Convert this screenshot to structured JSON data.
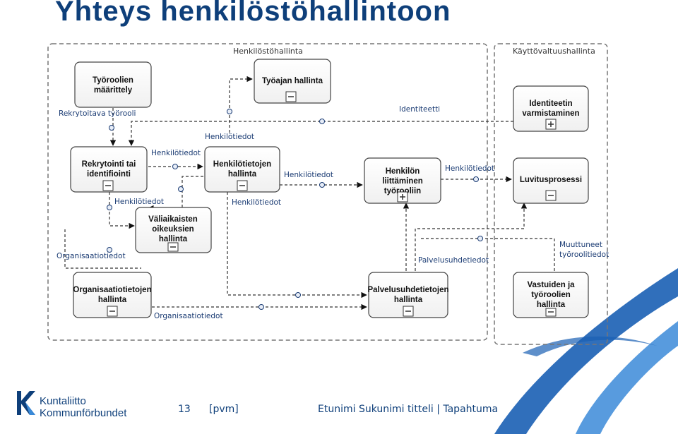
{
  "page": {
    "title": "Yhteys henkilöstöhallintoon",
    "slide_number": "13",
    "date_placeholder": "[pvm]",
    "author_line": "Etunimi Sukunimi titteli | Tapahtuma"
  },
  "logo": {
    "line1": "Kuntaliitto",
    "line2": "Kommunförbundet"
  },
  "pools": {
    "hr": "Henkilöstöhallinta",
    "access": "Käyttövaltuushallinta"
  },
  "boxes": {
    "tyoroolien": [
      "Työroolien",
      "määrittely"
    ],
    "tyoajan": [
      "Työajan hallinta"
    ],
    "rekrytointi": [
      "Rekrytointi tai",
      "identifiointi"
    ],
    "henkilotiedot": [
      "Henkilötietojen",
      "hallinta"
    ],
    "valiaikaisten": [
      "Väliaikaisten",
      "oikeuksien",
      "hallinta"
    ],
    "organisaatio": [
      "Organisaatiotietojen",
      "hallinta"
    ],
    "liittaminen": [
      "Henkilön",
      "liittäminen",
      "työrooliin"
    ],
    "palvelus": [
      "Palvelusuhdetietojen",
      "hallinta"
    ],
    "identiteetin": [
      "Identiteetin",
      "varmistaminen"
    ],
    "luvitus": [
      "Luvitusprosessi"
    ],
    "vastuiden": [
      "Vastuiden ja",
      "työroolien",
      "hallinta"
    ]
  },
  "flow_labels": {
    "rekrytoitava": "Rekrytoitava työrooli",
    "identiteetti": "Identiteetti",
    "henk_top": "Henkilötiedot",
    "henk_rek": "Henkilötiedot",
    "henk_mid": "Henkilötiedot",
    "henk_right": "Henkilötiedot",
    "henk_val": "Henkilötiedot",
    "henk_bottom": "Henkilötiedot",
    "org_left": "Organisaatiotiedot",
    "org_bottom": "Organisaatiotiedot",
    "palvelus": "Palvelusuhdetiedot",
    "muuttuneet": [
      "Muuttuneet",
      "työroolitiedot"
    ]
  },
  "colors": {
    "title": "#0e3f7a",
    "accent": "#1a5fb4",
    "box_stroke": "#444444"
  }
}
